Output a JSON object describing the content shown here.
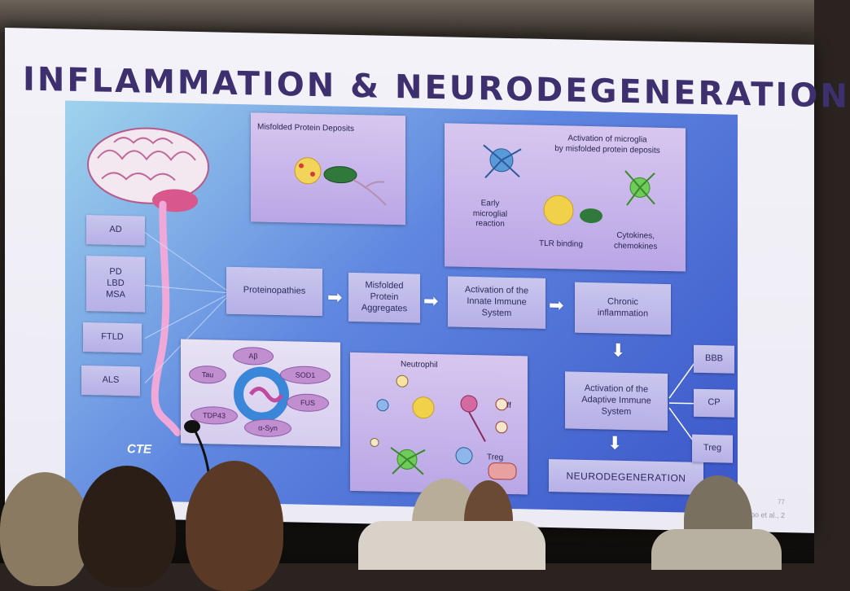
{
  "slide": {
    "title": "INFLAMMATION & NEURODEGENERATION",
    "citation": "(Cicccocioppo et al., 2",
    "page_number": "77"
  },
  "diseases": [
    "AD",
    "PD\nLBD\nMSA",
    "FTLD",
    "ALS"
  ],
  "cte_label": "CTE",
  "flow": {
    "proteinopathies": "Proteinopathies",
    "misfolded_aggregates": "Misfolded\nProtein\nAggregates",
    "innate_activation": "Activation of the\nInnate Immune\nSystem",
    "chronic_inflammation": "Chronic\ninflammation",
    "adaptive_activation": "Activation of the\nAdaptive Immune\nSystem",
    "neurodegeneration": "NEURODEGENERATION"
  },
  "outcomes": [
    "BBB",
    "CP",
    "Treg"
  ],
  "deposits_panel": {
    "title": "Misfolded Protein Deposits"
  },
  "microglia_panel": {
    "title": "Activation of microglia\nby misfolded protein deposits",
    "early": "Early\nmicroglial\nreaction",
    "tlr": "TLR binding",
    "cytokines": "Cytokines,\nchemokines"
  },
  "proteins": [
    "Aβ",
    "Tau",
    "SOD1",
    "FUS",
    "TDP43",
    "α-Syn"
  ],
  "adaptive_panel": {
    "neutrophil": "Neutrophil",
    "teff": "Teff",
    "treg": "Treg"
  },
  "colors": {
    "title": "#3e2f6e",
    "diagram_bg": "#4f6fd8",
    "box": "#c0bbea",
    "spinal_cord": "#f0a8d8"
  }
}
